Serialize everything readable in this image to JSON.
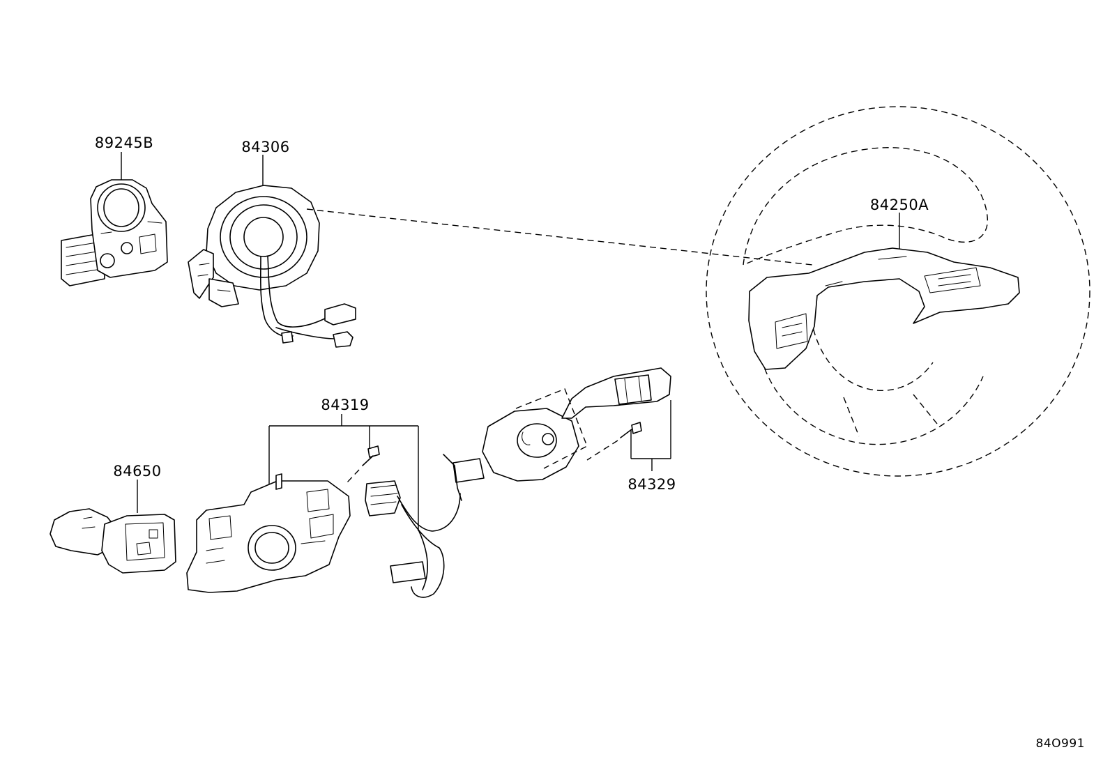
{
  "parts": [
    {
      "id": "89245B",
      "label": "89245B"
    },
    {
      "id": "84306",
      "label": "84306"
    },
    {
      "id": "84250A",
      "label": "84250A"
    },
    {
      "id": "84319",
      "label": "84319"
    },
    {
      "id": "84650",
      "label": "84650"
    },
    {
      "id": "84329",
      "label": "84329"
    }
  ],
  "diagram_code": "84O991"
}
